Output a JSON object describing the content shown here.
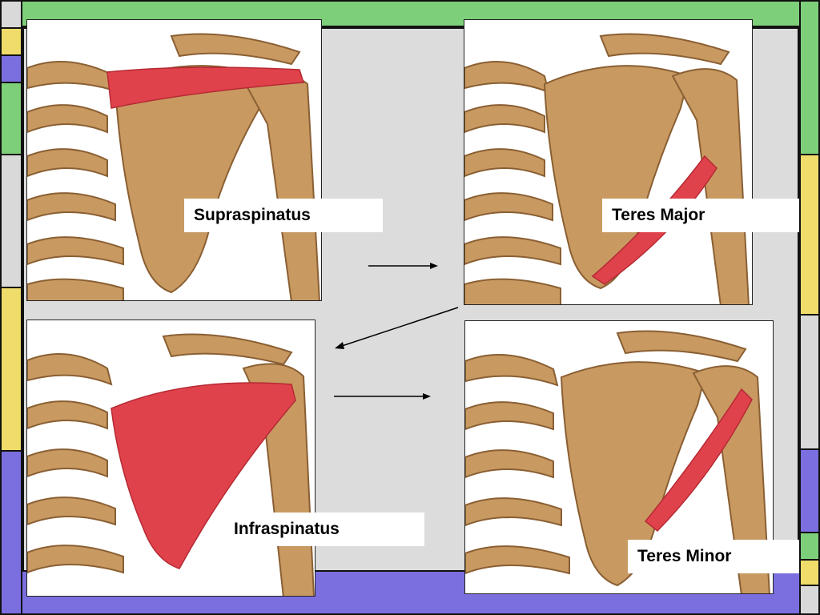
{
  "slide": {
    "colors": {
      "frame_green": "#7ecf7a",
      "frame_yellow": "#efdc6a",
      "frame_purple": "#7b6fe0",
      "frame_gray": "#d9d9d9",
      "content_bg": "#dcdcdc",
      "bone": "#c89a62",
      "muscle": "#e0424c"
    },
    "panels": [
      {
        "name": "supraspinatus",
        "label": "Supraspinatus",
        "icon": "shoulder-supraspinatus-illustration"
      },
      {
        "name": "teres-major",
        "label": "Teres Major",
        "icon": "shoulder-teres-major-illustration"
      },
      {
        "name": "infraspinatus",
        "label": "Infraspinatus",
        "icon": "shoulder-infraspinatus-illustration"
      },
      {
        "name": "teres-minor",
        "label": "Teres Minor",
        "icon": "shoulder-teres-minor-illustration"
      }
    ]
  }
}
